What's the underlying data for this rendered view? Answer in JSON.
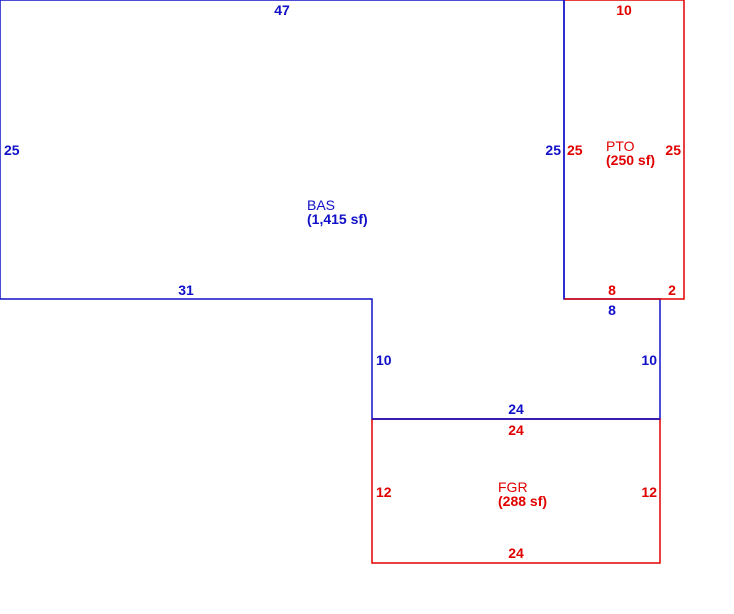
{
  "colors": {
    "bas": "#1010c8",
    "addition": "#e00000",
    "background": "#ffffff"
  },
  "areas": {
    "bas": {
      "name": "BAS",
      "size": "(1,415 sf)"
    },
    "pto": {
      "name": "PTO",
      "size": "(250 sf)"
    },
    "fgr": {
      "name": "FGR",
      "size": "(288 sf)"
    }
  },
  "dimensions": {
    "bas_top": "47",
    "bas_left": "25",
    "bas_bottom": "31",
    "bas_notch_right": "25",
    "bas_step": "8",
    "bas_right_lower": "10",
    "bas_lower_left": "10",
    "bas_lower_bottom": "24",
    "pto_top": "10",
    "pto_left": "25",
    "pto_right": "25",
    "pto_bottom_inner": "8",
    "pto_bottom_outer": "2",
    "fgr_top": "24",
    "fgr_left": "12",
    "fgr_right": "12",
    "fgr_bottom": "24"
  }
}
